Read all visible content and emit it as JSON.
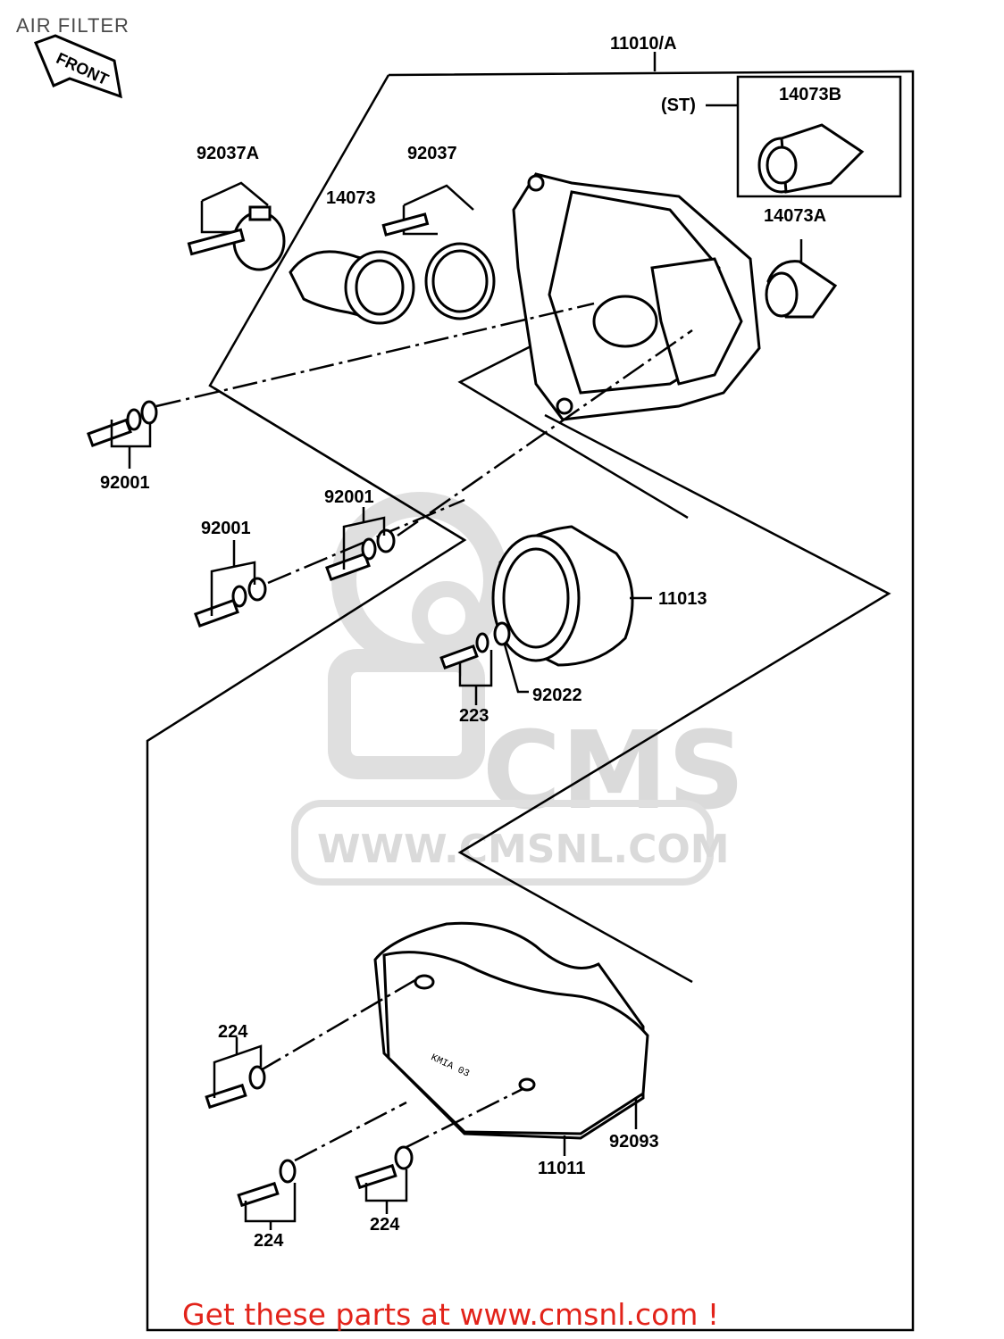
{
  "title": "AIR FILTER",
  "front_arrow_label": "FRONT",
  "watermark": {
    "brand": "CMS",
    "url": "WWW.CMSNL.COM"
  },
  "footer_link": "Get these parts at www.cmsnl.com !",
  "part_labels": {
    "assembly": "11010/A",
    "st_note": "(ST)",
    "duct_st": "14073B",
    "clamp_a": "92037A",
    "clamp": "92037",
    "duct": "14073",
    "duct_a": "14073A",
    "bolt_1": "92001",
    "bolt_2": "92001",
    "bolt_3": "92001",
    "element": "11013",
    "screw_223": "223",
    "washer": "92022",
    "screw_224_a": "224",
    "screw_224_b": "224",
    "screw_224_c": "224",
    "cover": "11011",
    "seal": "92093",
    "cover_marking": "KMIA 03"
  }
}
